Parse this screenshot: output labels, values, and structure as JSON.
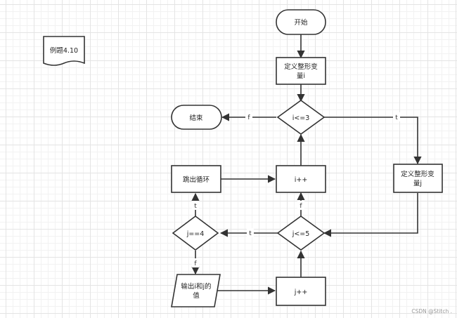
{
  "example_label": "例题4.10",
  "nodes": {
    "start": "开始",
    "define_i_line1": "定义整形变",
    "define_i_line2": "量i",
    "cond_i": "i<=3",
    "end": "结束",
    "break_loop": "跳出循环",
    "incr_i": "i++",
    "define_j_line1": "定义整形变",
    "define_j_line2": "量j",
    "cond_j_eq": "j==4",
    "cond_j": "j<=5",
    "output_line1": "输出i和j的",
    "output_line2": "值",
    "incr_j": "j++"
  },
  "edge_labels": {
    "cond_i_false": "f",
    "cond_i_true": "t",
    "cond_j_true": "t",
    "cond_j_eq_true": "t",
    "cond_j_eq_false": "f",
    "cond_j_false": "f"
  },
  "watermark": "CSDN @Stitch ."
}
